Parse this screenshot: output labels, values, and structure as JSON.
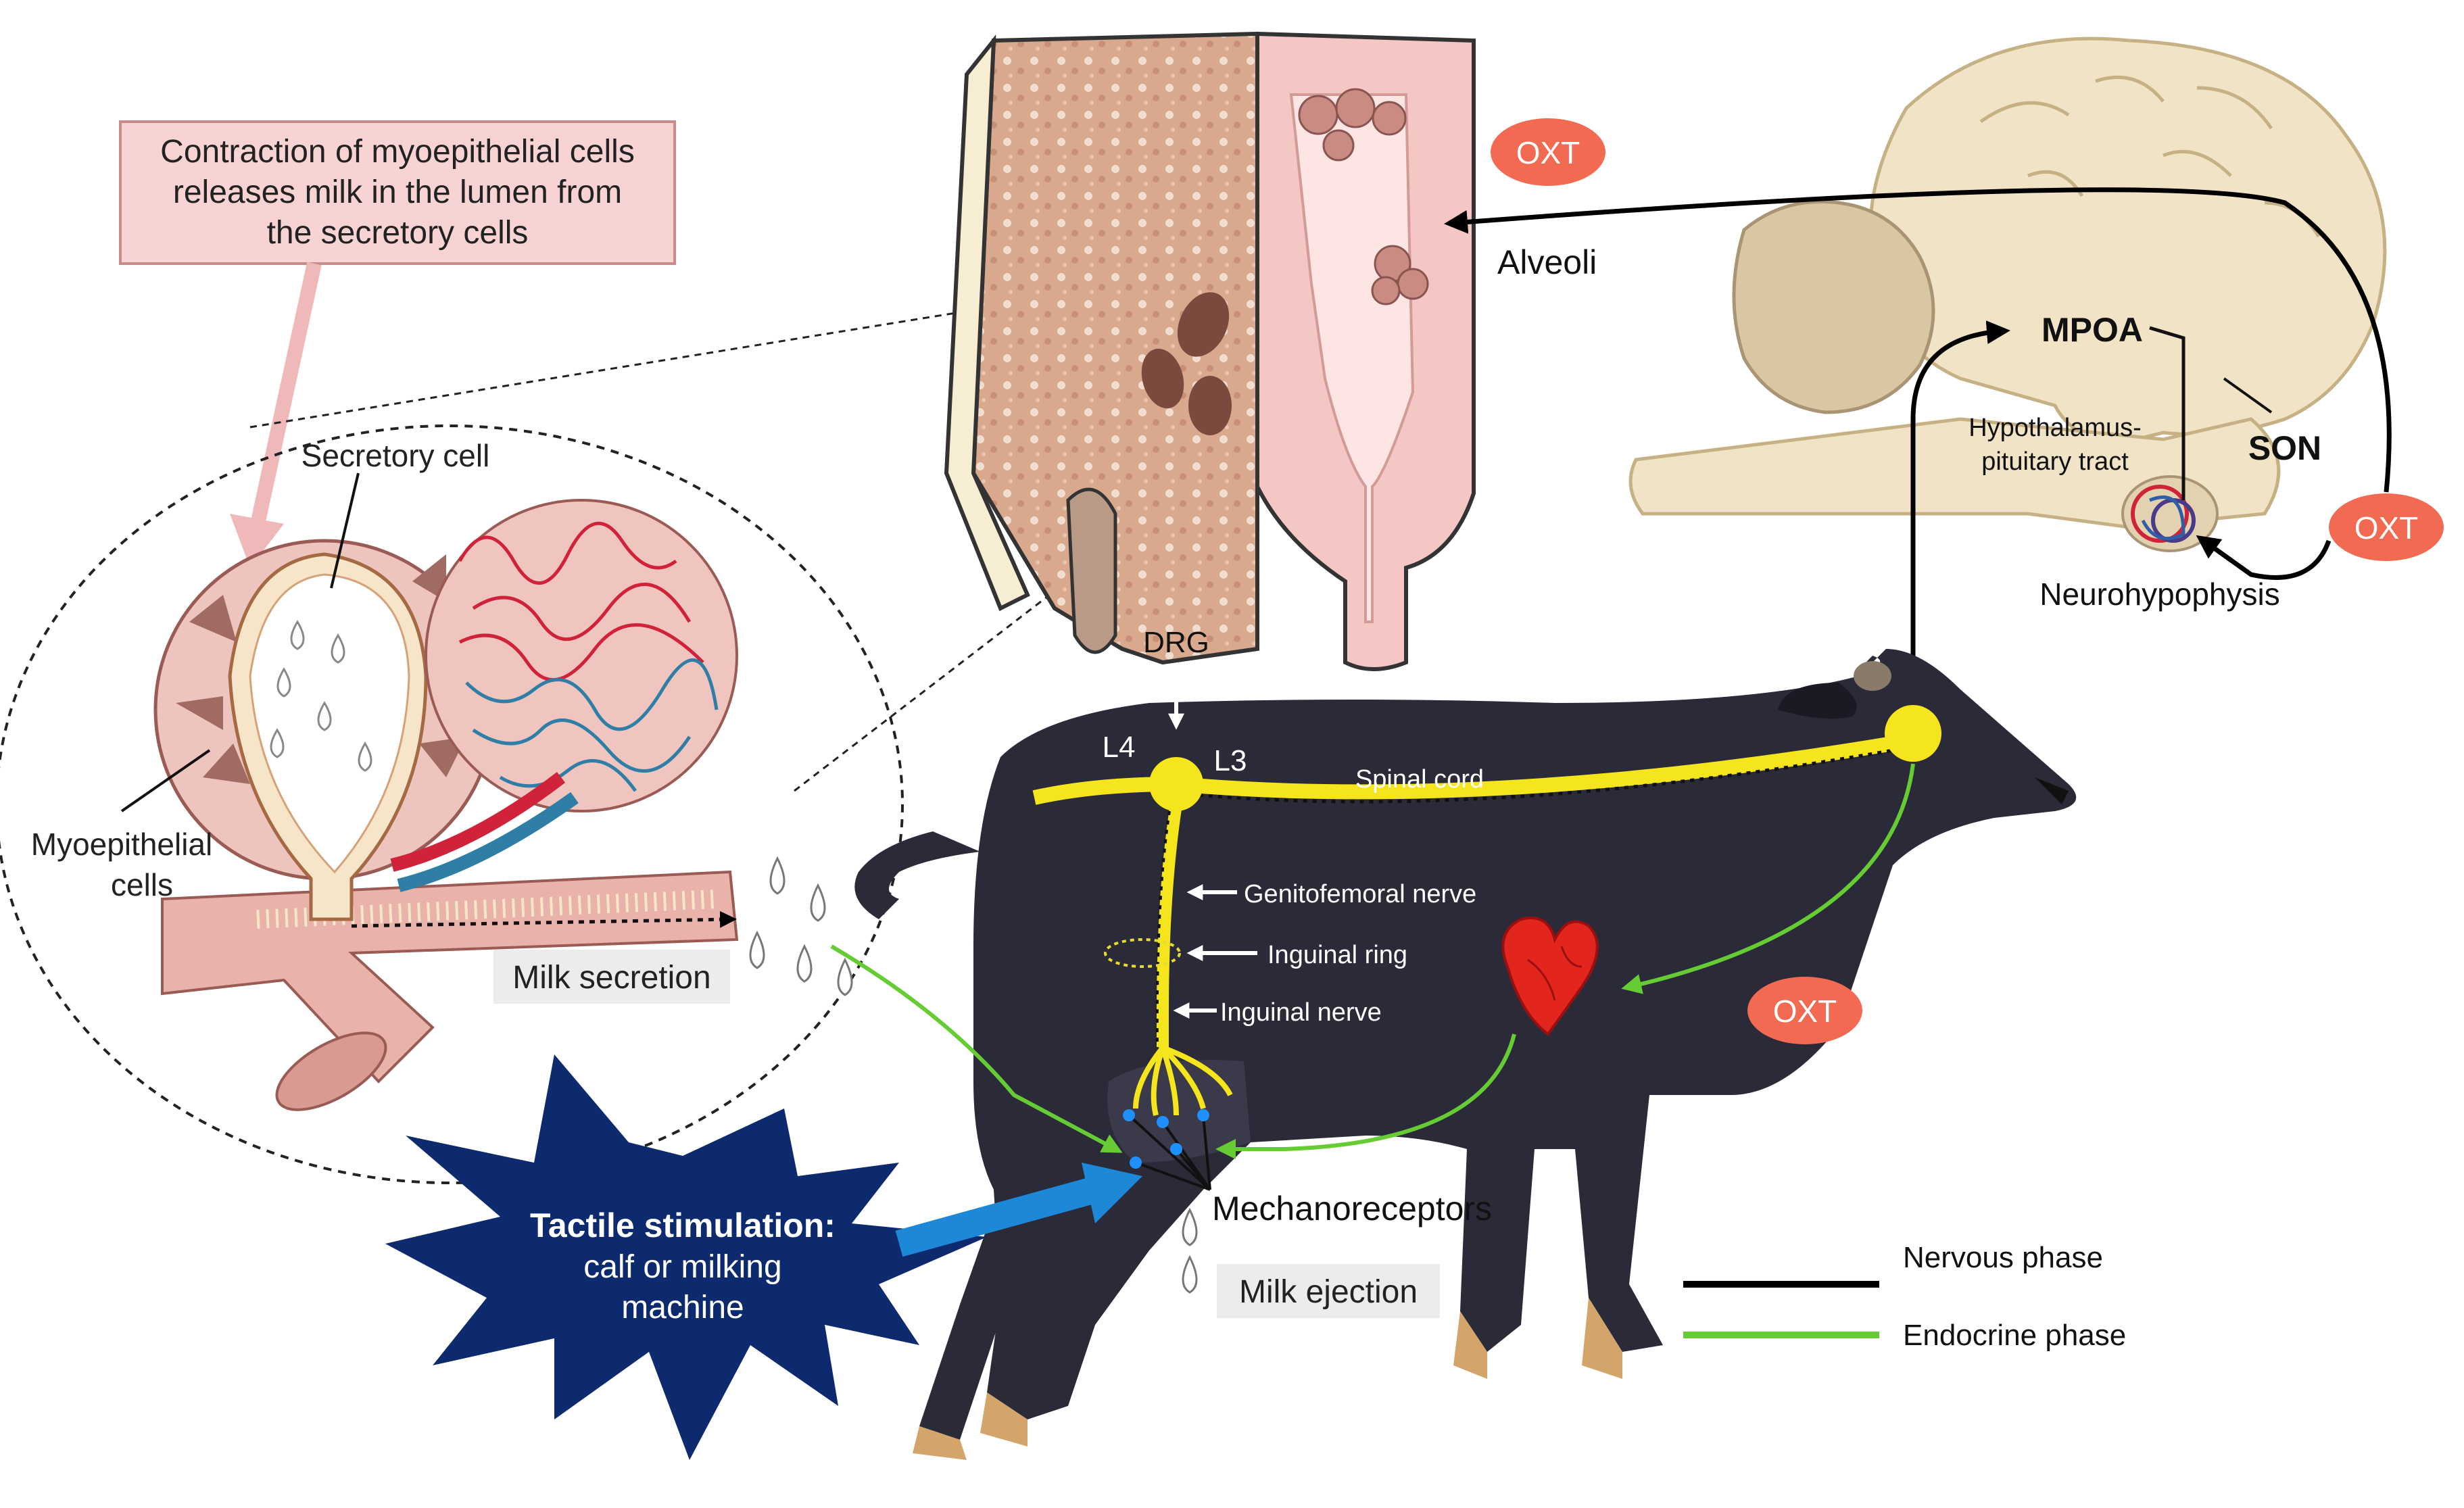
{
  "labels": {
    "callout": [
      "Contraction of myoepithelial cells",
      "releases milk in the lumen from",
      "the secretory cells"
    ],
    "secretory_cell": "Secretory cell",
    "myoepithelial": [
      "Myoepithelial",
      "cells"
    ],
    "milk_secretion": "Milk secretion",
    "oxt": "OXT",
    "alveoli": "Alveoli",
    "mpoa": "MPOA",
    "son": "SON",
    "hypothalamus_tract": [
      "Hypothalamus-",
      "pituitary tract"
    ],
    "neurohypophysis": "Neurohypophysis",
    "drg": "DRG",
    "l4": "L4",
    "l3": "L3",
    "spinal_cord": "Spinal cord",
    "genitofemoral": "Genitofemoral  nerve",
    "inguinal_ring": "Inguinal ring",
    "inguinal_nerve": "Inguinal nerve",
    "tactile": [
      "Tactile stimulation:",
      "calf or milking",
      "machine"
    ],
    "mechanoreceptors": "Mechanoreceptors",
    "milk_ejection": "Milk ejection"
  },
  "legend": [
    {
      "label": "Nervous phase",
      "color": "#000000"
    },
    {
      "label": "Endocrine phase",
      "color": "#66cc33"
    }
  ],
  "colors": {
    "cow": "#2a2a38",
    "nerve": "#f5e51c",
    "oxt_badge": "#f26a52",
    "tactile_star": "#0d2a6e",
    "callout_bg": "#f8d3d3",
    "endocrine": "#66cc33",
    "brain": "#f1e3c6",
    "udder": "#f4c7c4",
    "heart": "#e2261e"
  }
}
